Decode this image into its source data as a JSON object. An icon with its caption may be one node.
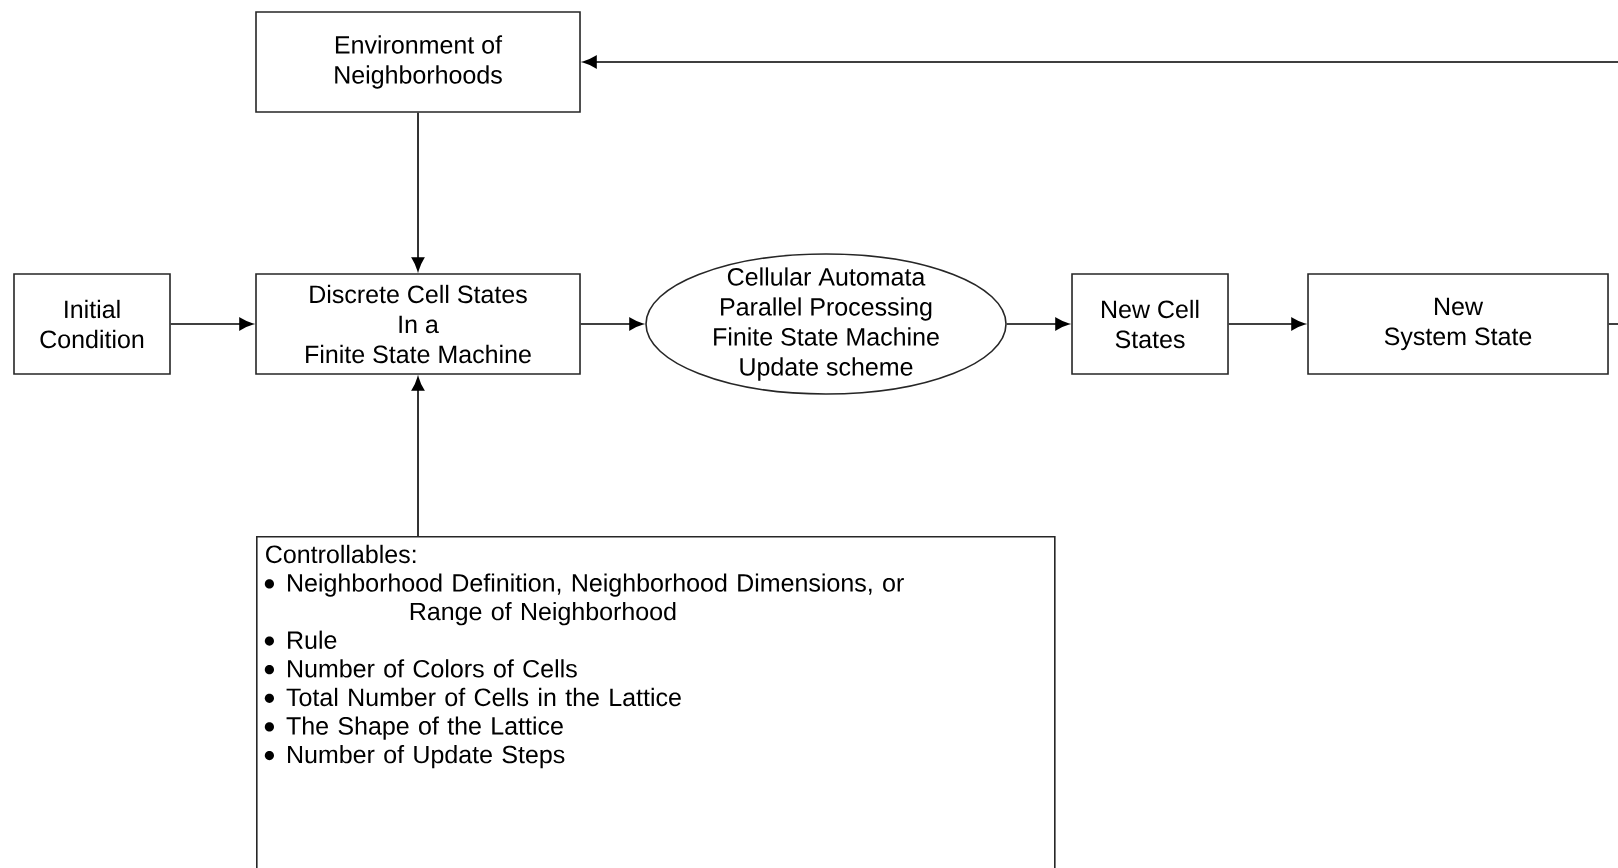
{
  "diagram": {
    "nodes": [
      {
        "text": [
          "Environment of Neighborhoods"
        ]
      },
      {
        "text": [
          "Initial Condition"
        ]
      },
      {
        "text": [
          "Discrete Cell States In a Finite State Machine"
        ]
      },
      {
        "text": [
          "Cellular Automata Parallel Processing Finite State Machine Update scheme"
        ]
      },
      {
        "text": [
          "New Cell States"
        ]
      },
      {
        "text": [
          "New System State"
        ]
      },
      {
        "text": [
          "Controllables:",
          "Neighborhood Definition, Neighborhood Dimensions, or Range of Neighborhood",
          "Rule",
          "Number of Colors of Cells",
          "Total Number of Cells in the Lattice",
          "The Shape of the Lattice",
          "Number of Update Steps"
        ]
      }
    ],
    "edges": [
      {
        "from": 1,
        "to": 2,
        "arrow": "to"
      },
      {
        "from": 2,
        "to": 3,
        "arrow": "to"
      },
      {
        "from": 3,
        "to": 4,
        "arrow": "to"
      },
      {
        "from": 4,
        "to": 5,
        "arrow": "to"
      },
      {
        "from": 0,
        "to": 2,
        "arrow": "to"
      },
      {
        "from": 6,
        "to": 2,
        "arrow": "to"
      },
      {
        "from": 5,
        "to": 0,
        "arrow": "to"
      }
    ]
  }
}
